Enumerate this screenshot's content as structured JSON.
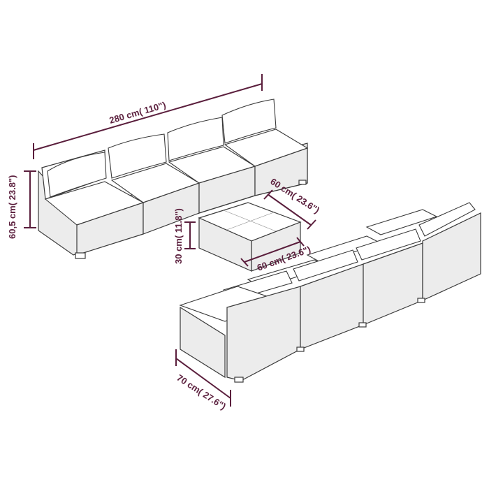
{
  "dimensions": {
    "total_width": "280 cm( 110\")",
    "height": "60,5 cm( 23.8\")",
    "table_depth": "60 cm( 23.6\")",
    "table_width": "60 cm( 23.6\")",
    "table_height": "30 cm( 11.8\")",
    "seat_depth": "70 cm( 27.6\")"
  },
  "colors": {
    "dimension": "#5a1e3c",
    "outline": "#3a3a3a",
    "cushion": "#ffffff",
    "wicker": "#ececec"
  }
}
